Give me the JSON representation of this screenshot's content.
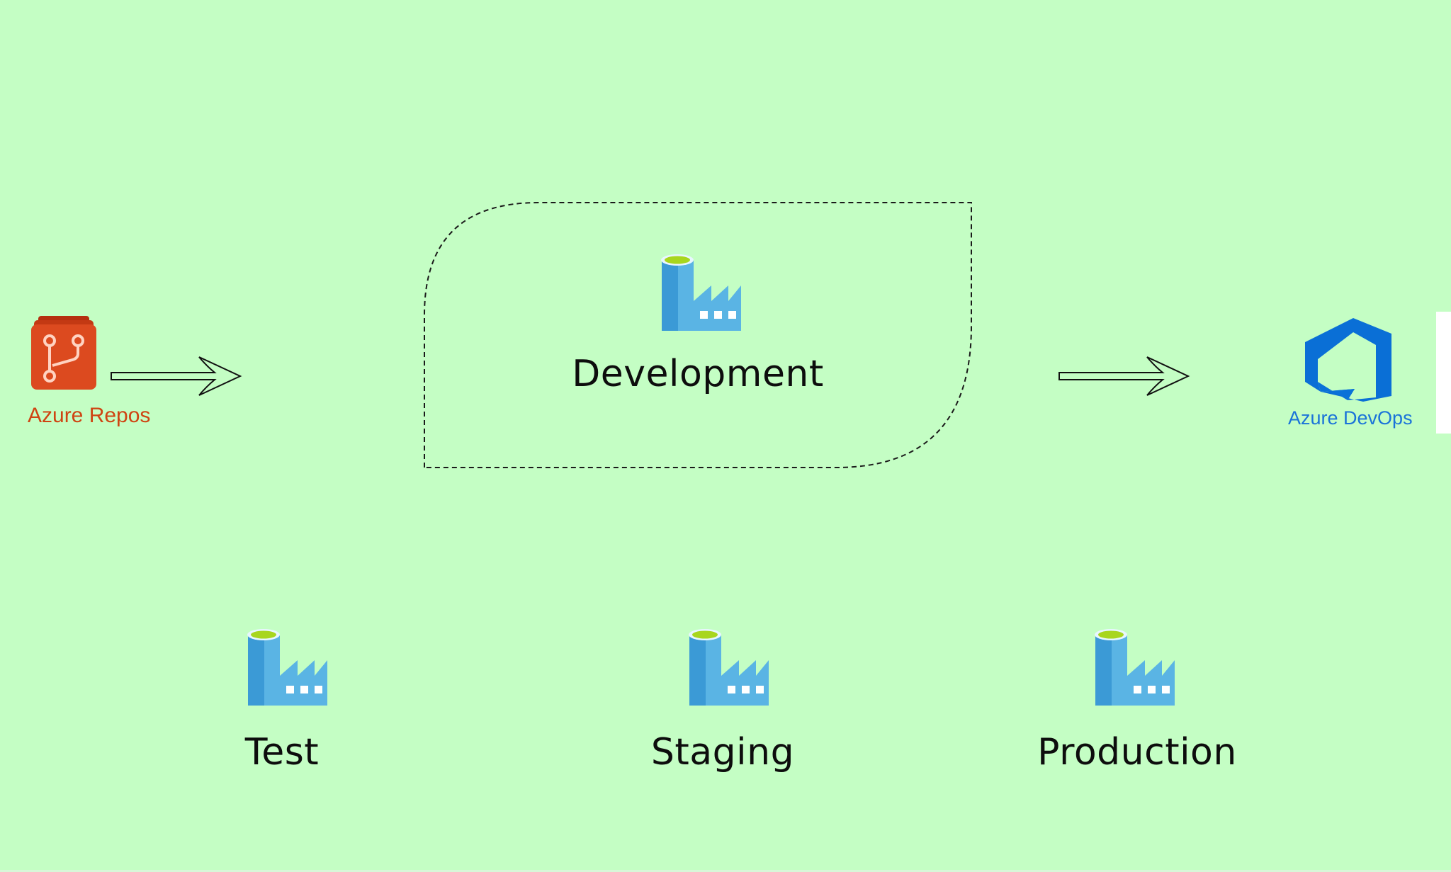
{
  "source_node": {
    "label": "Azure Repos",
    "icon": "azure-repos-icon",
    "color": "#cf4412"
  },
  "center_node": {
    "label": "Development",
    "icon": "data-factory-icon"
  },
  "target_node": {
    "label": "Azure DevOps",
    "icon": "azure-devops-icon",
    "color": "#1a73d9"
  },
  "environments": [
    {
      "label": "Test",
      "icon": "data-factory-icon"
    },
    {
      "label": "Staging",
      "icon": "data-factory-icon"
    },
    {
      "label": "Production",
      "icon": "data-factory-icon"
    }
  ],
  "colors": {
    "background": "#c4fec4",
    "factory_dark": "#3b9ad6",
    "factory_light": "#5ab4e4",
    "factory_top": "#a8d61e",
    "repos_red": "#d8441b",
    "devops_blue": "#0a72d8"
  }
}
